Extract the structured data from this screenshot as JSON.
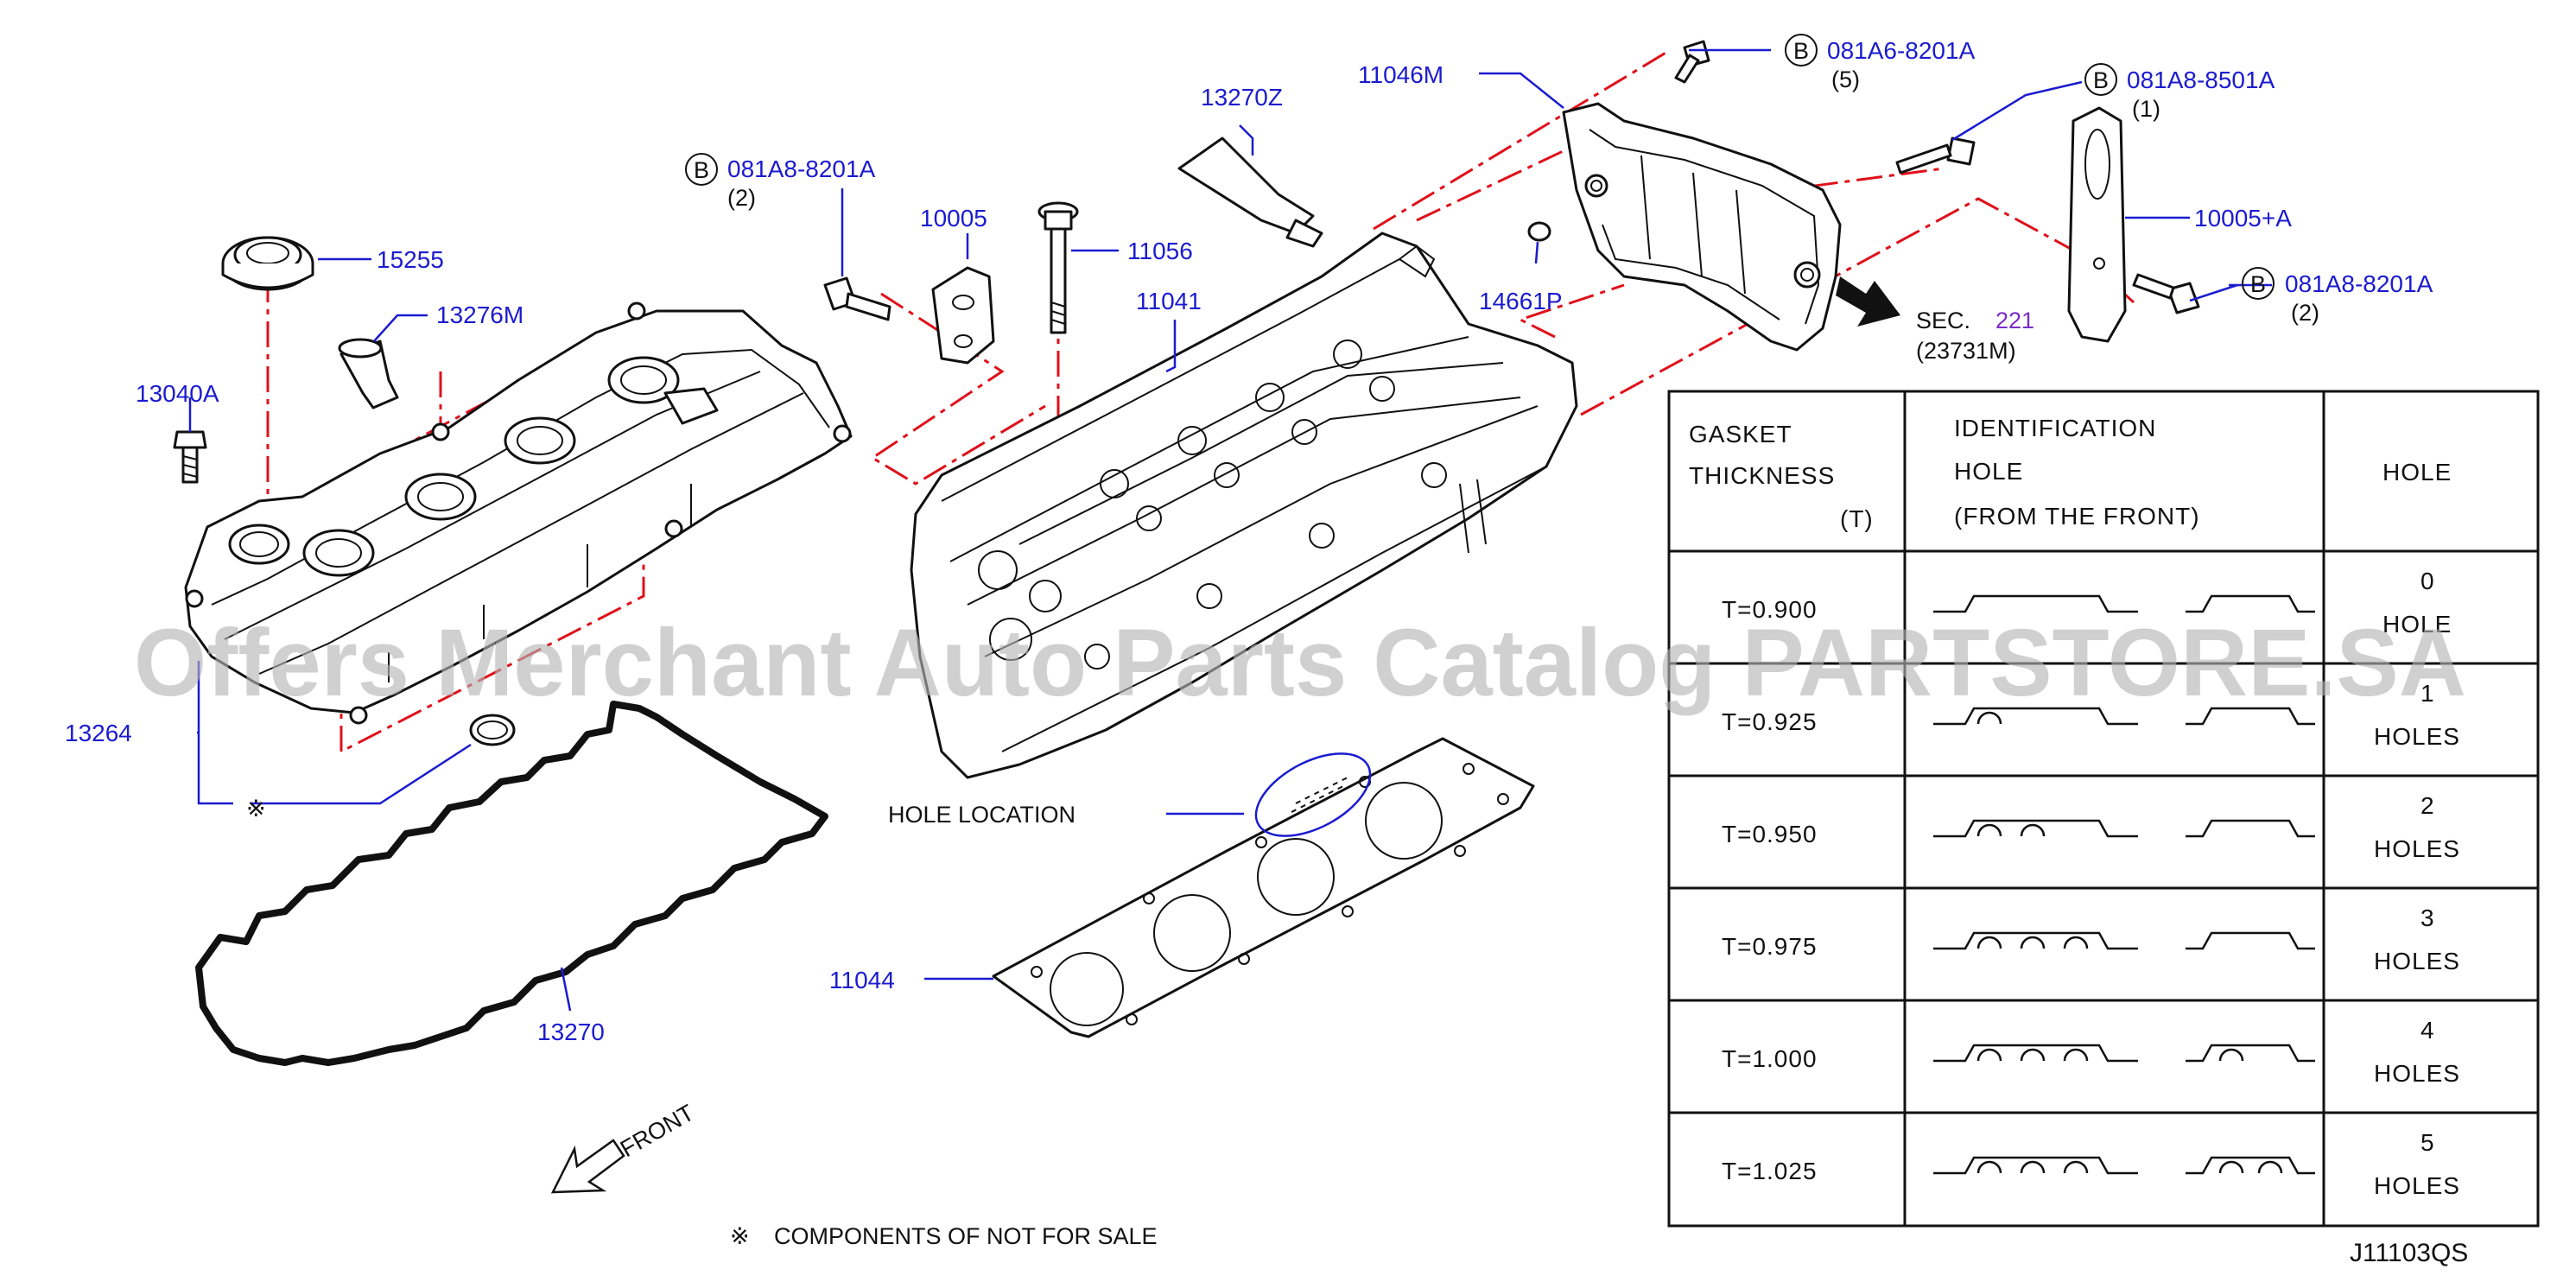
{
  "labels": {
    "p15255": "15255",
    "p13276m": "13276M",
    "p13040a": "13040A",
    "p081a8_8201a_top": "081A8-8201A",
    "p081a8_8201a_top_qty": "(2)",
    "p10005": "10005",
    "p11056": "11056",
    "p13270z": "13270Z",
    "p11041": "11041",
    "p11046m": "11046M",
    "p14661p": "14661P",
    "p081a6_8201a": "081A6-8201A",
    "p081a6_8201a_qty": "(5)",
    "p081a8_8501a": "081A8-8501A",
    "p081a8_8501a_qty": "(1)",
    "p10005a": "10005+A",
    "p081a8_8201a_right": "081A8-8201A",
    "p081a8_8201a_right_qty": "(2)",
    "sec": "SEC.",
    "sec_num": "221",
    "sec_ref": "(23731M)",
    "p13264": "13264",
    "p13270": "13270",
    "p11044": "11044",
    "hole_location": "HOLE   LOCATION",
    "front": "FRONT",
    "note_mark": "※",
    "note": "COMPONENTS   OF   NOT   FOR   SALE",
    "code": "J11103QS",
    "bolt_badge": "B"
  },
  "table": {
    "h_gasket_1": "GASKET",
    "h_gasket_2": "THICKNESS",
    "h_gasket_3": "(T)",
    "h_ident_1": "IDENTIFICATION",
    "h_ident_2": "HOLE",
    "h_ident_3": "(FROM   THE   FRONT)",
    "h_hole": "HOLE",
    "rows": [
      {
        "t": "T=0.900",
        "n": "0",
        "unit": "HOLE"
      },
      {
        "t": "T=0.925",
        "n": "1",
        "unit": "HOLES"
      },
      {
        "t": "T=0.950",
        "n": "2",
        "unit": "HOLES"
      },
      {
        "t": "T=0.975",
        "n": "3",
        "unit": "HOLES"
      },
      {
        "t": "T=1.000",
        "n": "4",
        "unit": "HOLES"
      },
      {
        "t": "T=1.025",
        "n": "5",
        "unit": "HOLES"
      }
    ]
  },
  "watermark": "Offers Merchant Auto Parts Catalog PARTSTORE.SA",
  "colors": {
    "callout": "#1b1bd0",
    "centerline": "#e0101a",
    "sec_number": "#7a2cc9",
    "line": "#111111"
  }
}
